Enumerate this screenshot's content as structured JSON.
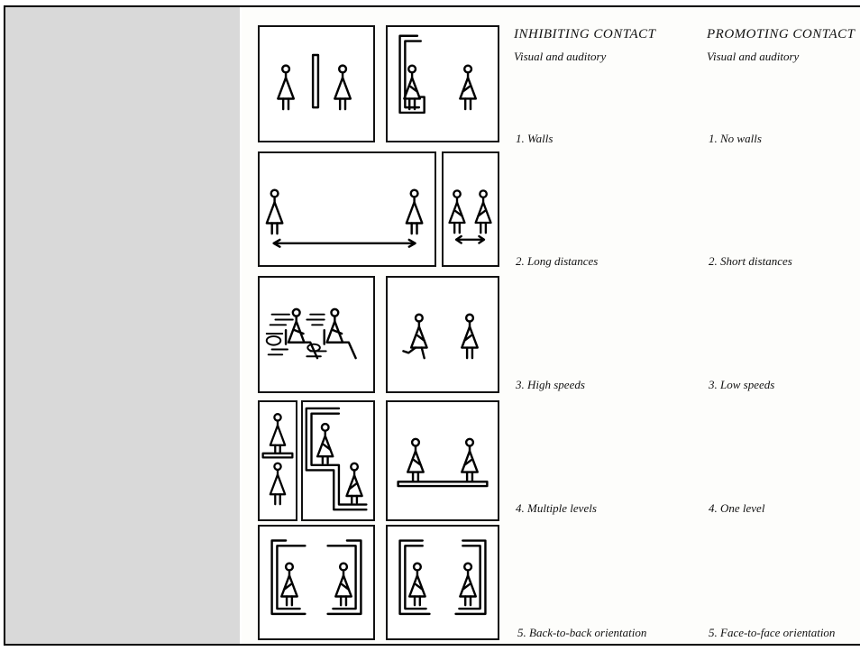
{
  "columns": {
    "inhibiting": {
      "title": "INHIBITING CONTACT",
      "subtitle": "Visual and auditory"
    },
    "promoting": {
      "title": "PROMOTING CONTACT",
      "subtitle": "Visual and auditory"
    }
  },
  "rows": [
    {
      "inhibiting": "1. Walls",
      "promoting": "1. No walls"
    },
    {
      "inhibiting": "2. Long distances",
      "promoting": "2. Short distances"
    },
    {
      "inhibiting": "3. High speeds",
      "promoting": "3. Low speeds"
    },
    {
      "inhibiting": "4. Multiple levels",
      "promoting": "4. One level"
    },
    {
      "inhibiting": "5. Back-to-back orientation",
      "promoting": "5. Face-to-face orientation"
    }
  ]
}
